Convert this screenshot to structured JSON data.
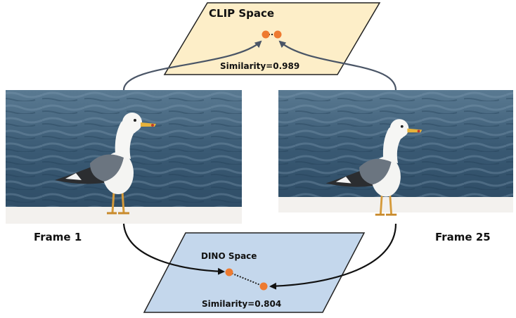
{
  "clip_space": {
    "title": "CLIP Space",
    "similarity": "Similarity=0.989",
    "fill_color": "#fdeec8"
  },
  "dino_space": {
    "title": "DINO Space",
    "similarity": "Similarity=0.804",
    "fill_color": "#c4d7ec"
  },
  "frames": [
    {
      "label": "Frame 1",
      "image": "seagull standing on ledge facing right, blurred sea background"
    },
    {
      "label": "Frame 25",
      "image": "seagull standing on ledge facing right, blurred sea background"
    }
  ],
  "colors": {
    "point": "#ee7a30",
    "clip_arrow": "#4a5566",
    "dino_arrow": "#111111",
    "sea": "#3b5870",
    "ledge": "#f3f1ee"
  }
}
